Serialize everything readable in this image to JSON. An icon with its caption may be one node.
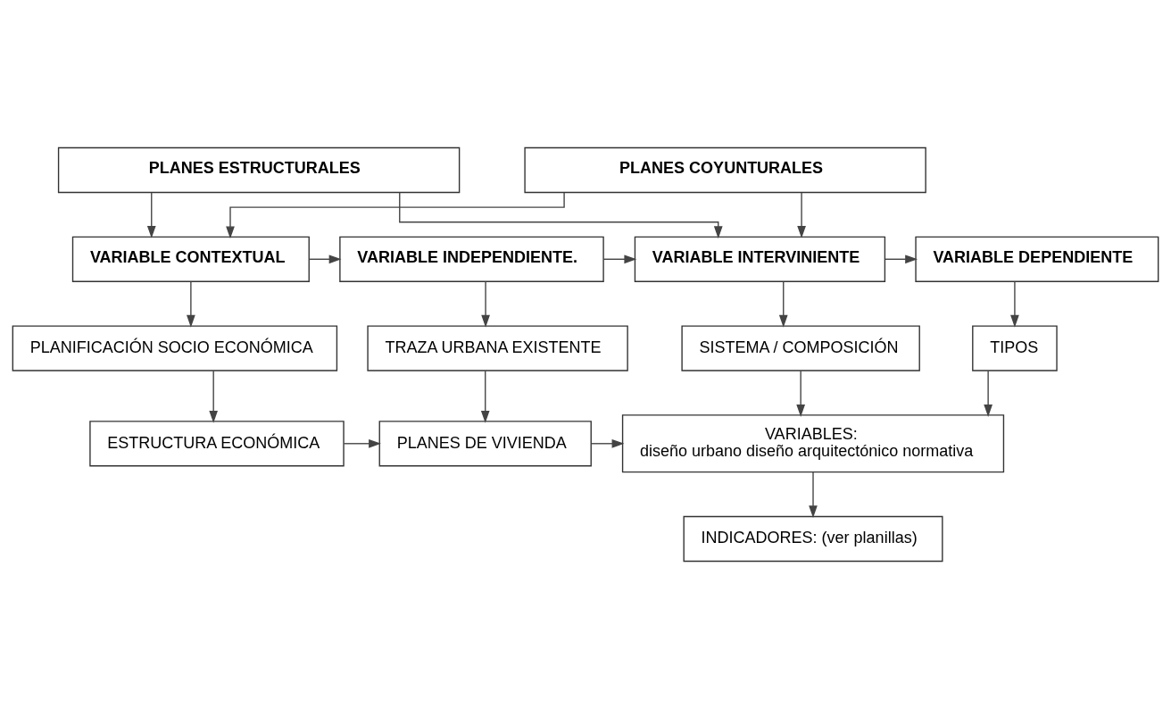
{
  "diagram": {
    "nodes": [
      {
        "text": [
          "PLANES ESTRUCTURALES"
        ]
      },
      {
        "text": [
          "PLANES COYUNTURALES"
        ]
      },
      {
        "text": [
          "VARIABLE CONTEXTUAL"
        ]
      },
      {
        "text": [
          "VARIABLE INDEPENDIENTE."
        ]
      },
      {
        "text": [
          "VARIABLE INTERVINIENTE"
        ]
      },
      {
        "text": [
          "VARIABLE DEPENDIENTE"
        ]
      },
      {
        "text": [
          "PLANIFICACIÓN SOCIO ECONÓMICA"
        ]
      },
      {
        "text": [
          "TRAZA URBANA EXISTENTE"
        ]
      },
      {
        "text": [
          "SISTEMA / COMPOSICIÓN"
        ]
      },
      {
        "text": [
          "TIPOS"
        ]
      },
      {
        "text": [
          "ESTRUCTURA ECONÓMICA"
        ]
      },
      {
        "text": [
          "PLANES DE VIVIENDA"
        ]
      },
      {
        "text": [
          "VARIABLES:",
          "diseño urbano diseño arquitectónico normativa"
        ]
      },
      {
        "text": [
          "INDICADORES: (ver planillas)"
        ]
      }
    ],
    "edges": [
      {
        "from": 0,
        "to": 2,
        "arrow": "to"
      },
      {
        "from": 0,
        "to": 4,
        "arrow": "to"
      },
      {
        "from": 1,
        "to": 2,
        "arrow": "to"
      },
      {
        "from": 1,
        "to": 4,
        "arrow": "to"
      },
      {
        "from": 2,
        "to": 3,
        "arrow": "to"
      },
      {
        "from": 3,
        "to": 4,
        "arrow": "to"
      },
      {
        "from": 4,
        "to": 5,
        "arrow": "to"
      },
      {
        "from": 2,
        "to": 6,
        "arrow": "to"
      },
      {
        "from": 3,
        "to": 7,
        "arrow": "to"
      },
      {
        "from": 4,
        "to": 8,
        "arrow": "to"
      },
      {
        "from": 5,
        "to": 9,
        "arrow": "to"
      },
      {
        "from": 6,
        "to": 10,
        "arrow": "to"
      },
      {
        "from": 7,
        "to": 11,
        "arrow": "to"
      },
      {
        "from": 8,
        "to": 12,
        "arrow": "to"
      },
      {
        "from": 9,
        "to": 12,
        "arrow": "to"
      },
      {
        "from": 10,
        "to": 11,
        "arrow": "to"
      },
      {
        "from": 11,
        "to": 12,
        "arrow": "to"
      },
      {
        "from": 12,
        "to": 13,
        "arrow": "to"
      }
    ]
  }
}
